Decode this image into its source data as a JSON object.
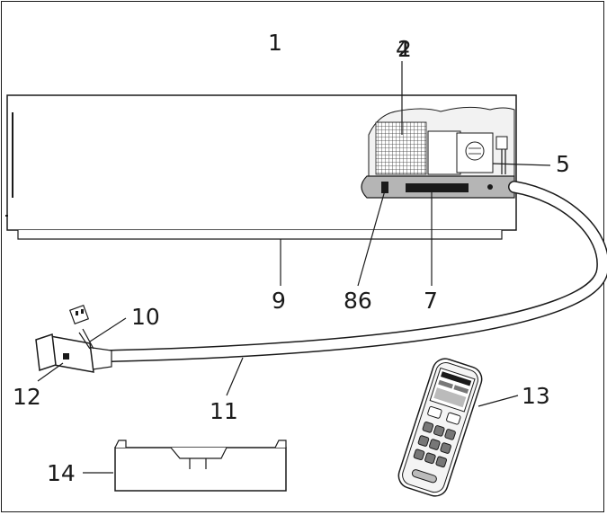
{
  "labels": {
    "l1": "1",
    "l2": "2",
    "l4": "4",
    "l5": "5",
    "l7": "7",
    "l86": "86",
    "l9": "9",
    "l10": "10",
    "l11": "11",
    "l12": "12",
    "l13": "13",
    "l14": "14"
  },
  "colors": {
    "line": "#1a1a1a",
    "panel": "#b5b5b5",
    "bg": "#ffffff"
  }
}
